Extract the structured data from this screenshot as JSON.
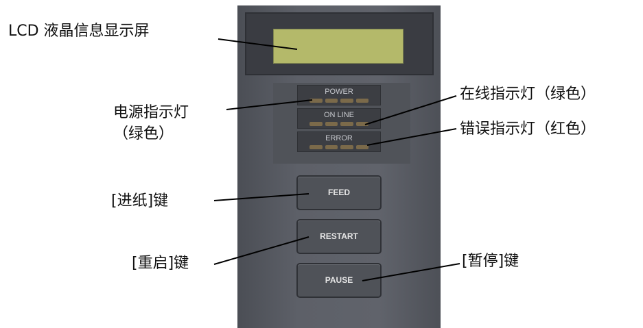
{
  "callouts": {
    "lcd": "LCD 液晶信息显示屏",
    "power_led_line1": "电源指示灯",
    "power_led_line2": "（绿色）",
    "online_led": "在线指示灯（绿色）",
    "error_led": "错误指示灯（红色）",
    "feed_key": "[进纸]键",
    "restart_key": "[重启]键",
    "pause_key": "[暂停]键"
  },
  "panel": {
    "indicators": [
      "POWER",
      "ON LINE",
      "ERROR"
    ],
    "keys": [
      "FEED",
      "RESTART",
      "PAUSE"
    ]
  },
  "colors": {
    "lcd": "#b4b96a",
    "panel": "#5d6068",
    "led": "#7b6a4a"
  }
}
